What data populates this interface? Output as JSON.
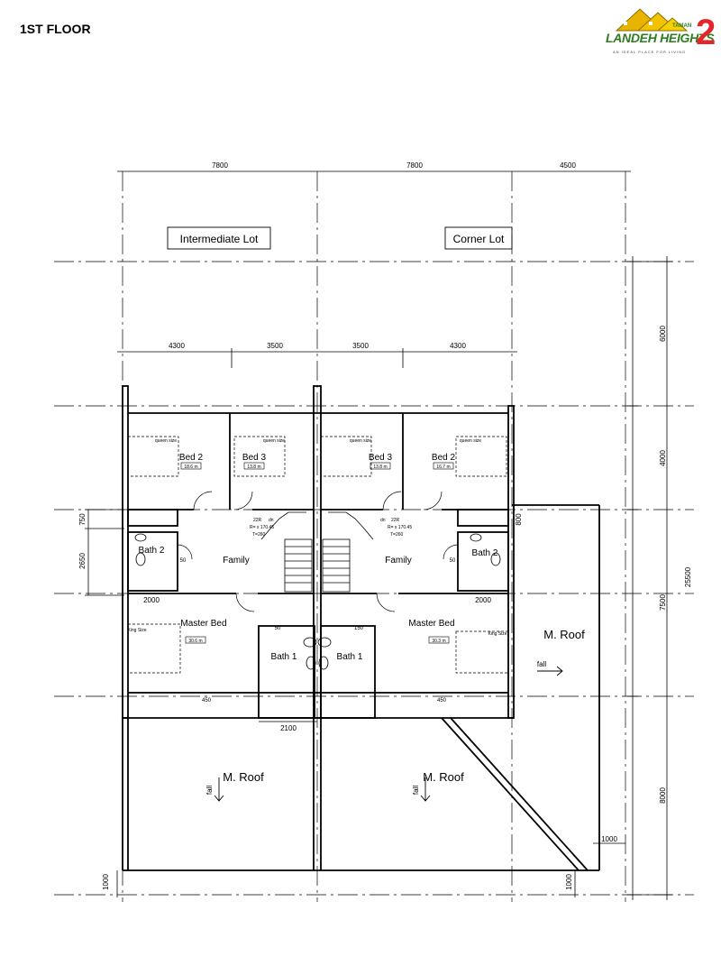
{
  "header": {
    "title": "1ST FLOOR"
  },
  "logo": {
    "name": "LANDEH HEIGHTS",
    "prefix": "TAMAN",
    "number": "2",
    "tagline": "AN IDEAL PLACE FOR LIVING"
  },
  "plan": {
    "dims": {
      "top_a": "7800",
      "top_b": "7800",
      "top_c": "4500",
      "sub_1": "4300",
      "sub_2": "3500",
      "sub_3": "3500",
      "sub_4": "4300",
      "right_1": "6000",
      "right_2": "4000",
      "right_3": "7500",
      "right_4": "8000",
      "right_total": "25500",
      "left_750": "750",
      "left_2650": "2650",
      "left_1000": "1000",
      "bath_l": "2000",
      "bath_r": "2000",
      "corr": "2100",
      "r_800": "800",
      "r_1000a": "1000",
      "r_1000b": "1000",
      "w450_l": "450",
      "w450_r": "450",
      "d50_a": "50",
      "d50_b": "50",
      "d50_c": "50",
      "d150": "150"
    },
    "labels": {
      "intermediate_lot": "Intermediate Lot",
      "corner_lot": "Corner Lot",
      "bed2_left": "Bed 2",
      "bed3_left": "Bed 3",
      "bed3_right": "Bed 3",
      "bed2_right": "Bed 2",
      "family_left": "Family",
      "family_right": "Family",
      "bath2_left": "Bath 2",
      "bath2_right": "Bath 2",
      "master_left": "Master Bed",
      "master_right": "Master Bed",
      "bath1_left": "Bath 1",
      "bath1_right": "Bath 1",
      "mroof_right": "M. Roof",
      "mroof_bl": "M. Roof",
      "mroof_br": "M. Roof",
      "fall_right": "fall",
      "fall_bl": "fall",
      "fall_br": "fall",
      "queen_1": "queen size",
      "queen_2": "queen size",
      "queen_3": "queen size",
      "queen_4": "queen size",
      "king_left": "King Size",
      "king_right": "King Size",
      "area_bed2_l": "18.6 m",
      "area_bed3_l": "13.8 m",
      "area_bed3_r": "13.8 m",
      "area_bed2_r": "16.7 m",
      "area_master_l": "30.6 m",
      "area_master_r": "30.3 m",
      "stair_l": [
        "22R",
        "R= x 170.45",
        "T=260"
      ],
      "stair_r": [
        "22R",
        "R= x 170.45",
        "T=260"
      ],
      "dn_l": "dn",
      "dn_r": "dn"
    }
  }
}
